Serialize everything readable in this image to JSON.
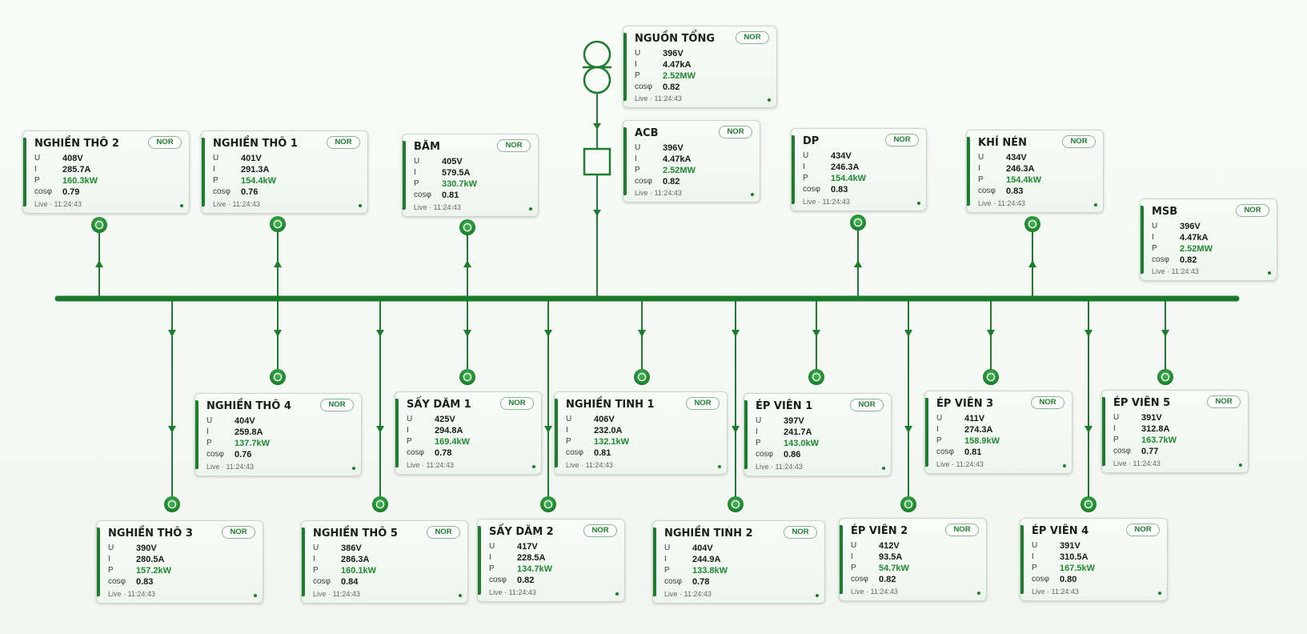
{
  "diagram": {
    "colors": {
      "line": "#1c7d2e",
      "busbar": "#1a7a2c",
      "node": "#1f8a2e",
      "power_value": "#1f8a2e",
      "card_background": "#f2f7f2",
      "badge_border": "#8ab791"
    },
    "field_labels": {
      "u": "U",
      "i": "I",
      "p": "P",
      "pf": "cosφ"
    },
    "icons": {
      "transformer": "transformer-symbol-icon",
      "breaker": "breaker-symbol-icon",
      "feeder_node": "feeder-node-icon",
      "flow_arrow": "flow-arrow-icon"
    },
    "cards": [
      {
        "id": "nguon-tong",
        "title": "NGUỒN TỔNG",
        "status": "NOR",
        "u": "396V",
        "i": "4.47kA",
        "p": "2.52MW",
        "pf": "0.82",
        "footer": "Live · 11:24:43"
      },
      {
        "id": "acb",
        "title": "ACB",
        "status": "NOR",
        "u": "396V",
        "i": "4.47kA",
        "p": "2.52MW",
        "pf": "0.82",
        "footer": "Live · 11:24:43"
      },
      {
        "id": "msb",
        "title": "MSB",
        "status": "NOR",
        "u": "396V",
        "i": "4.47kA",
        "p": "2.52MW",
        "pf": "0.82",
        "footer": "Live · 11:24:43"
      },
      {
        "id": "nghien-tho-2",
        "title": "NGHIỀN THÔ 2",
        "status": "NOR",
        "u": "408V",
        "i": "285.7A",
        "p": "160.3kW",
        "pf": "0.79",
        "footer": "Live · 11:24:43"
      },
      {
        "id": "nghien-tho-1",
        "title": "NGHIỀN THÔ 1",
        "status": "NOR",
        "u": "401V",
        "i": "291.3A",
        "p": "154.4kW",
        "pf": "0.76",
        "footer": "Live · 11:24:43"
      },
      {
        "id": "bam",
        "title": "BĂM",
        "status": "NOR",
        "u": "405V",
        "i": "579.5A",
        "p": "330.7kW",
        "pf": "0.81",
        "footer": "Live · 11:24:43"
      },
      {
        "id": "dp",
        "title": "DP",
        "status": "NOR",
        "u": "434V",
        "i": "246.3A",
        "p": "154.4kW",
        "pf": "0.83",
        "footer": "Live · 11:24:43"
      },
      {
        "id": "khi-nen",
        "title": "KHÍ NÉN",
        "status": "NOR",
        "u": "434V",
        "i": "246.3A",
        "p": "154.4kW",
        "pf": "0.83",
        "footer": "Live · 11:24:43"
      },
      {
        "id": "nghien-tho-4",
        "title": "NGHIỀN THÔ 4",
        "status": "NOR",
        "u": "404V",
        "i": "259.8A",
        "p": "137.7kW",
        "pf": "0.76",
        "footer": "Live · 11:24:43"
      },
      {
        "id": "say-dam-1",
        "title": "SẤY DĂM 1",
        "status": "NOR",
        "u": "425V",
        "i": "294.8A",
        "p": "169.4kW",
        "pf": "0.78",
        "footer": "Live · 11:24:43"
      },
      {
        "id": "nghien-tinh-1",
        "title": "NGHIỀN TINH 1",
        "status": "NOR",
        "u": "406V",
        "i": "232.0A",
        "p": "132.1kW",
        "pf": "0.81",
        "footer": "Live · 11:24:43"
      },
      {
        "id": "ep-vien-1",
        "title": "ÉP VIÊN 1",
        "status": "NOR",
        "u": "397V",
        "i": "241.7A",
        "p": "143.0kW",
        "pf": "0.86",
        "footer": "Live · 11:24:43"
      },
      {
        "id": "ep-vien-3",
        "title": "ÉP VIÊN 3",
        "status": "NOR",
        "u": "411V",
        "i": "274.3A",
        "p": "158.9kW",
        "pf": "0.81",
        "footer": "Live · 11:24:43"
      },
      {
        "id": "ep-vien-5",
        "title": "ÉP VIÊN 5",
        "status": "NOR",
        "u": "391V",
        "i": "312.8A",
        "p": "163.7kW",
        "pf": "0.77",
        "footer": "Live · 11:24:43"
      },
      {
        "id": "nghien-tho-3",
        "title": "NGHIỀN THÔ 3",
        "status": "NOR",
        "u": "390V",
        "i": "280.5A",
        "p": "157.2kW",
        "pf": "0.83",
        "footer": "Live · 11:24:43"
      },
      {
        "id": "nghien-tho-5",
        "title": "NGHIỀN THÔ 5",
        "status": "NOR",
        "u": "386V",
        "i": "286.3A",
        "p": "160.1kW",
        "pf": "0.84",
        "footer": "Live · 11:24:43"
      },
      {
        "id": "say-dam-2",
        "title": "SẤY DĂM 2",
        "status": "NOR",
        "u": "417V",
        "i": "228.5A",
        "p": "134.7kW",
        "pf": "0.82",
        "footer": "Live · 11:24:43"
      },
      {
        "id": "nghien-tinh-2",
        "title": "NGHIỀN TINH 2",
        "status": "NOR",
        "u": "404V",
        "i": "244.9A",
        "p": "133.8kW",
        "pf": "0.78",
        "footer": "Live · 11:24:43"
      },
      {
        "id": "ep-vien-2",
        "title": "ÉP VIÊN 2",
        "status": "NOR",
        "u": "412V",
        "i": "93.5A",
        "p": "54.7kW",
        "pf": "0.82",
        "footer": "Live · 11:24:43"
      },
      {
        "id": "ep-vien-4",
        "title": "ÉP VIÊN 4",
        "status": "NOR",
        "u": "391V",
        "i": "310.5A",
        "p": "167.5kW",
        "pf": "0.80",
        "footer": "Live · 11:24:43"
      }
    ]
  }
}
